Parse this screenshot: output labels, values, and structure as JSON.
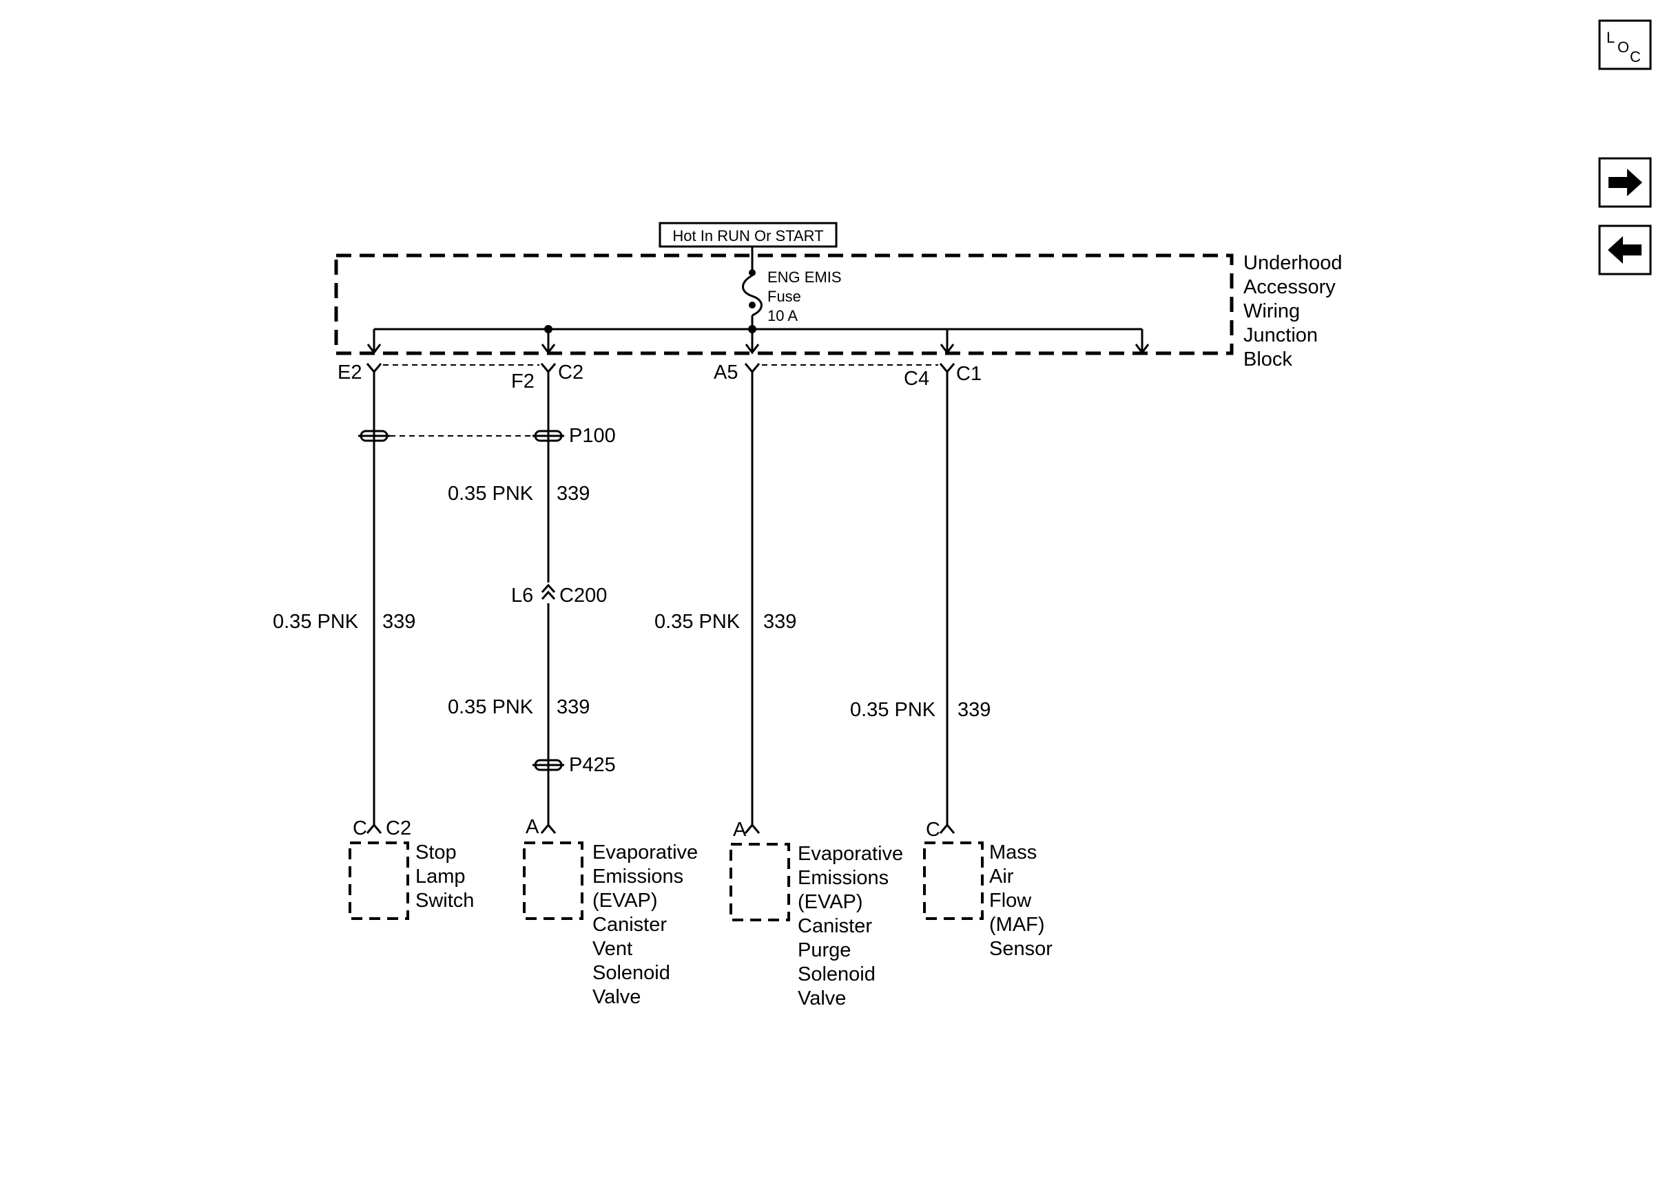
{
  "power_label": "Hot In RUN Or START",
  "fuse": {
    "line1": "ENG EMIS",
    "line2": "Fuse",
    "line3": "10 A"
  },
  "junction_block": [
    "Underhood",
    "Accessory",
    "Wiring",
    "Junction",
    "Block"
  ],
  "terminals": {
    "e2": "E2",
    "f2": "F2",
    "c2": "C2",
    "a5": "A5",
    "c4": "C4",
    "c1": "C1"
  },
  "splices": {
    "p100": "P100",
    "p425": "P425"
  },
  "inline_connector": {
    "pin": "L6",
    "name": "C200"
  },
  "wire": {
    "gauge_color": "0.35 PNK",
    "circuit": "339"
  },
  "components": {
    "stop_lamp": {
      "pin": "C",
      "connector": "C2",
      "lines": [
        "Stop",
        "Lamp",
        "Switch"
      ]
    },
    "evap_vent": {
      "pin": "A",
      "lines": [
        "Evaporative",
        "Emissions",
        "(EVAP)",
        "Canister",
        "Vent",
        "Solenoid",
        "Valve"
      ]
    },
    "evap_purge": {
      "pin": "A",
      "lines": [
        "Evaporative",
        "Emissions",
        "(EVAP)",
        "Canister",
        "Purge",
        "Solenoid",
        "Valve"
      ]
    },
    "maf": {
      "pin": "C",
      "lines": [
        "Mass",
        "Air",
        "Flow",
        "(MAF)",
        "Sensor"
      ]
    }
  },
  "nav": {
    "loc_l": "L",
    "loc_o": "O",
    "loc_c": "C",
    "forward_icon": "arrow-right-icon",
    "back_icon": "arrow-left-icon"
  }
}
